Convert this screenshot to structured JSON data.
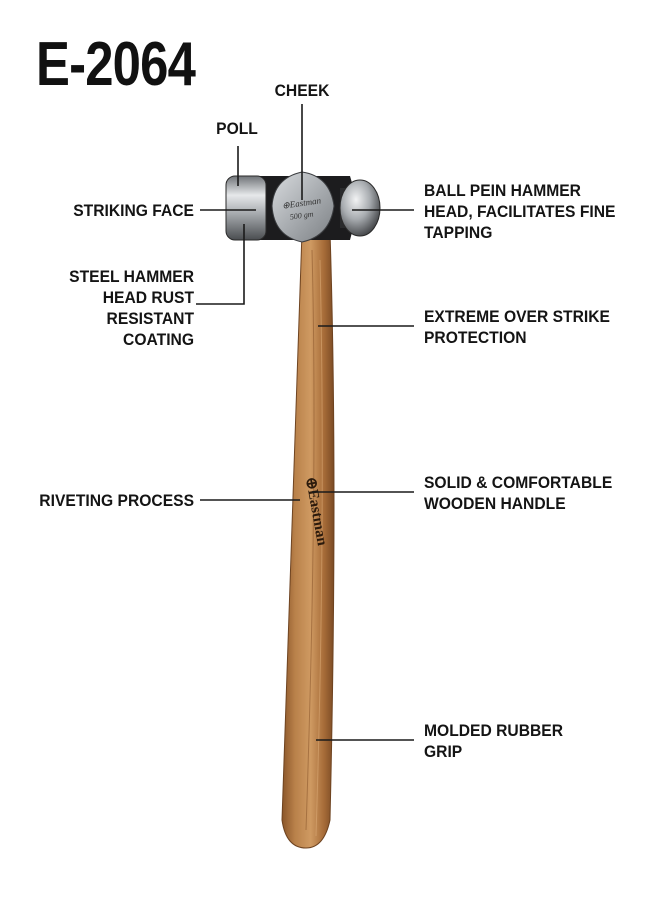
{
  "title": "E-2064",
  "labels": {
    "cheek": "CHEEK",
    "poll": "POLL",
    "striking_face": "STRIKING FACE",
    "steel_coating": "STEEL HAMMER\nHEAD RUST\nRESISTANT\nCOATING",
    "ball_pein": "BALL PEIN HAMMER\nHEAD, FACILITATES FINE\nTAPPING",
    "over_strike": "EXTREME OVER STRIKE\nPROTECTION",
    "riveting": "RIVETING PROCESS",
    "wooden_handle": "SOLID & COMFORTABLE\nWOODEN HANDLE",
    "rubber_grip": "MOLDED RUBBER\nGRIP"
  },
  "hammer": {
    "cheek_brand": "Eastman",
    "cheek_weight": "500 gm",
    "handle_brand": "Eastman",
    "colors": {
      "wood": "#b9814a",
      "wood_dark": "#8a5529",
      "steel": "#9ea2a6",
      "steel_dark": "#1c1c1e"
    }
  }
}
